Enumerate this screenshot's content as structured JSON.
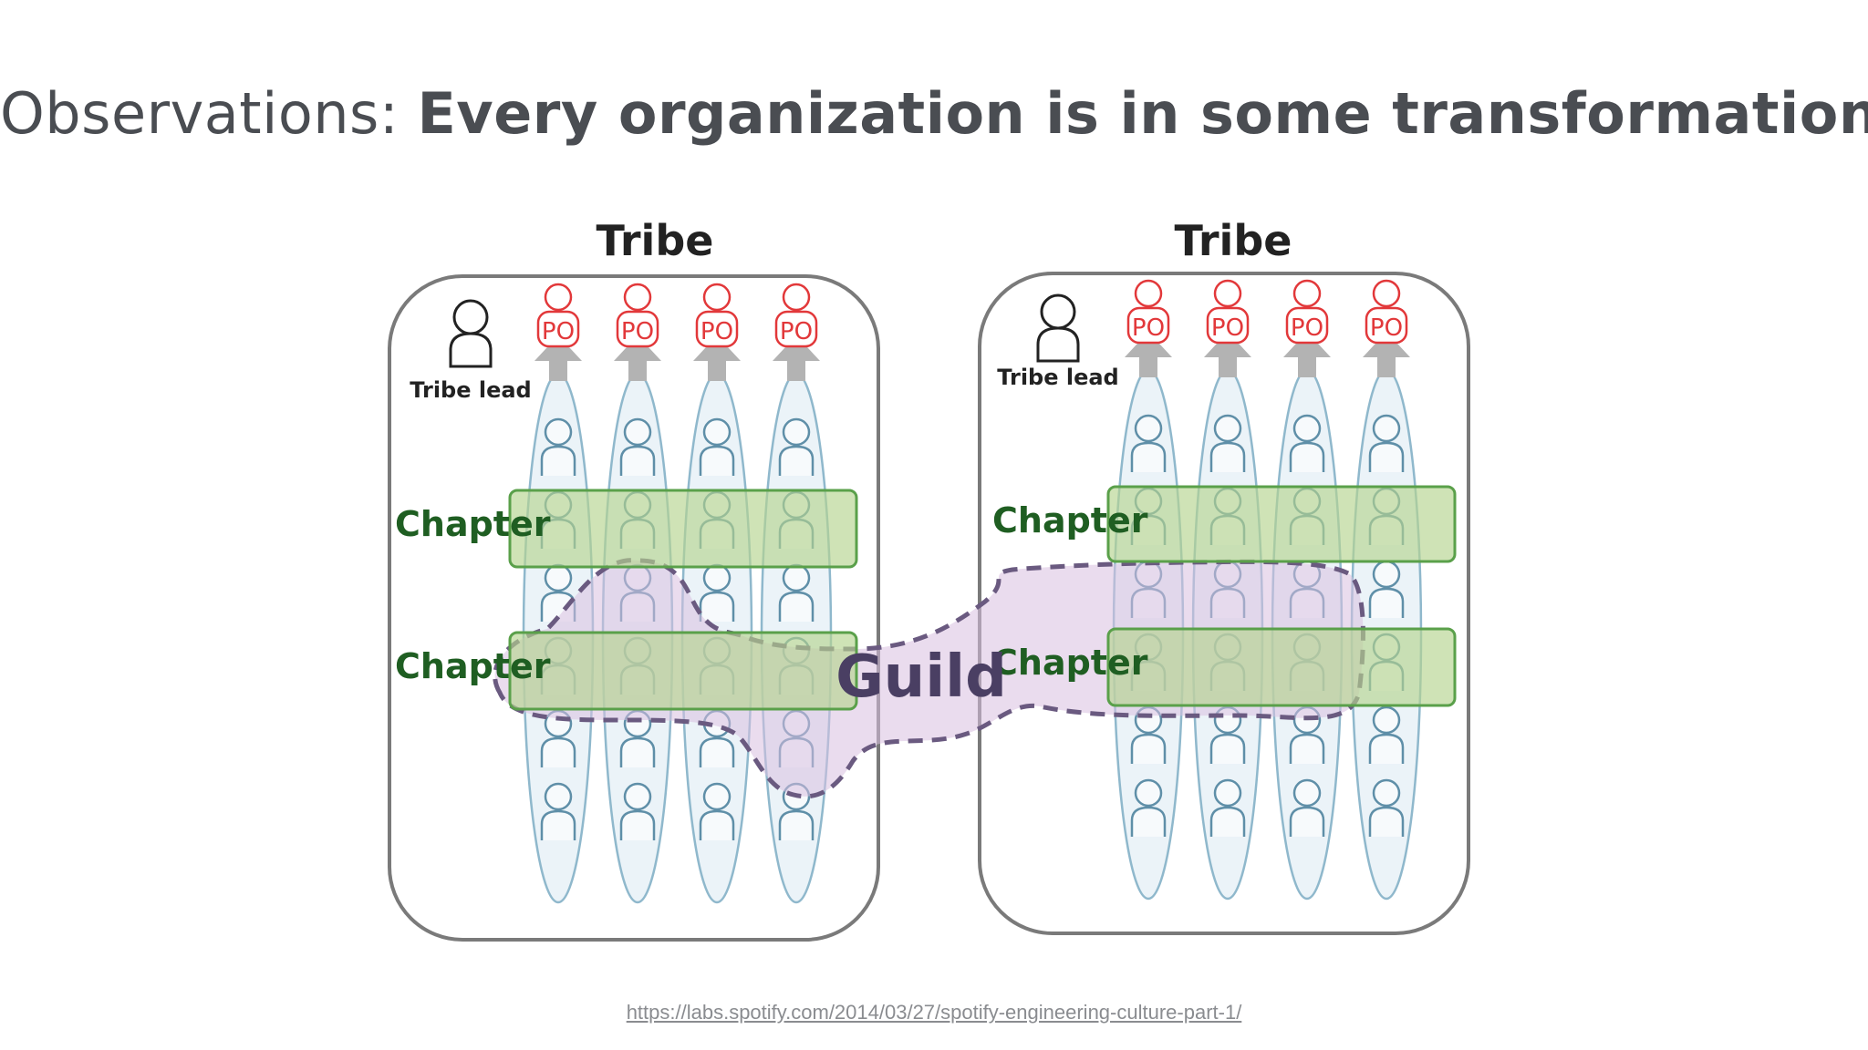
{
  "slide": {
    "title_prefix": "Observations:",
    "title_main": "Every organization is in some transformation",
    "source_url": "https://labs.spotify.com/2014/03/27/spotify-engineering-culture-part-1/"
  },
  "diagram": {
    "tribes": [
      {
        "label": "Tribe",
        "lead_label": "Tribe lead",
        "po_label": "PO",
        "chapter_labels": [
          "Chapter",
          "Chapter"
        ]
      },
      {
        "label": "Tribe",
        "lead_label": "Tribe lead",
        "po_label": "PO",
        "chapter_labels": [
          "Chapter",
          "Chapter"
        ]
      }
    ],
    "guild_label": "Guild"
  },
  "colors": {
    "title_text": "#4a4d52",
    "tribe_border": "#7a7a7a",
    "squad_fill": "#e3eef5",
    "squad_stroke": "#8fb8cc",
    "person_stroke": "#5f8fa8",
    "po_red": "#e2383a",
    "arrow_gray": "#b3b3b3",
    "chapter_fill": "#b5d48f",
    "chapter_stroke": "#5aa04a",
    "chapter_text": "#1f5e22",
    "guild_fill": "#d9bfe0",
    "guild_stroke": "#6a5a80",
    "guild_text": "#4a3f63"
  }
}
